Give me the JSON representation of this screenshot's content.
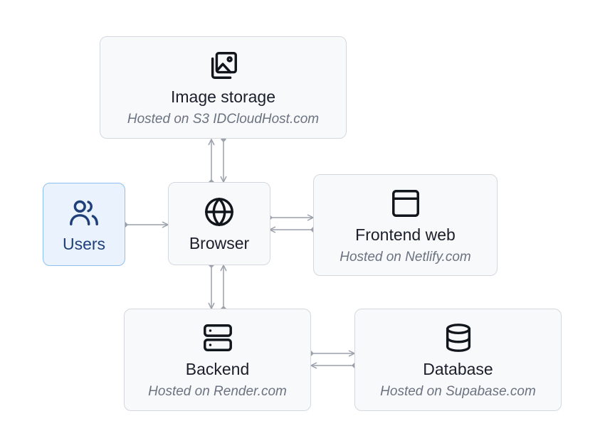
{
  "nodes": {
    "image_storage": {
      "title": "Image storage",
      "subtitle": "Hosted on S3 IDCloudHost.com",
      "icon": "images-icon"
    },
    "users": {
      "title": "Users",
      "icon": "users-icon"
    },
    "browser": {
      "title": "Browser",
      "icon": "globe-icon"
    },
    "frontend": {
      "title": "Frontend web",
      "subtitle": "Hosted on Netlify.com",
      "icon": "browser-window-icon"
    },
    "backend": {
      "title": "Backend",
      "subtitle": "Hosted on Render.com",
      "icon": "server-icon"
    },
    "database": {
      "title": "Database",
      "subtitle": "Hosted on Supabase.com",
      "icon": "database-icon"
    }
  },
  "edges": [
    {
      "from": "users",
      "to": "browser"
    },
    {
      "from": "browser",
      "to": "image_storage"
    },
    {
      "from": "image_storage",
      "to": "browser"
    },
    {
      "from": "browser",
      "to": "frontend"
    },
    {
      "from": "frontend",
      "to": "browser"
    },
    {
      "from": "browser",
      "to": "backend"
    },
    {
      "from": "backend",
      "to": "browser"
    },
    {
      "from": "backend",
      "to": "database"
    },
    {
      "from": "database",
      "to": "backend"
    }
  ],
  "colors": {
    "edge": "#9aa1ab",
    "node_border": "#d4d8de",
    "users_accent": "#1f3f7a"
  }
}
